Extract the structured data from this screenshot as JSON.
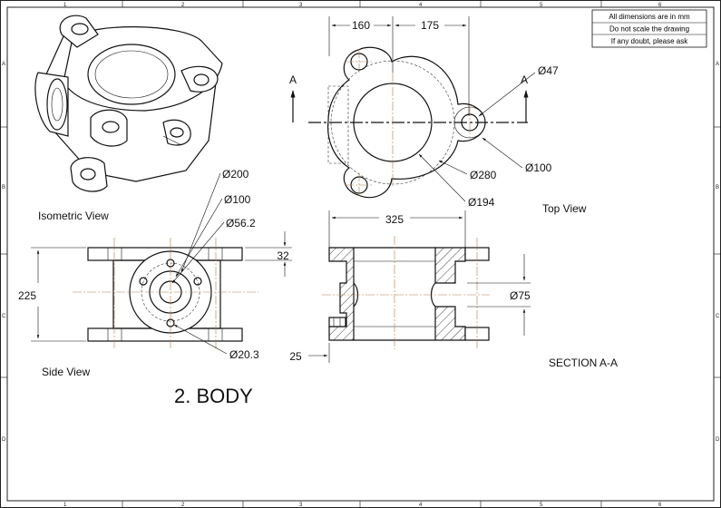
{
  "border": {
    "zone_numbers_top": [
      "1",
      "2",
      "3",
      "4",
      "5",
      "6"
    ],
    "zone_numbers_bottom": [
      "1",
      "2",
      "3",
      "4",
      "5",
      "6"
    ],
    "zone_letters_left": [
      "A",
      "B",
      "C",
      "D"
    ],
    "zone_letters_right": [
      "A",
      "B",
      "C",
      "D"
    ]
  },
  "notes": [
    "All dimensions are in mm",
    "Do not scale the drawing",
    "If any doubt, please ask"
  ],
  "views": {
    "isometric": "Isometric View",
    "side": "Side View",
    "top": "Top View",
    "section": "SECTION  A-A"
  },
  "section_marks": {
    "left": "A",
    "right": "A"
  },
  "dimensions": {
    "top_left_width": "160",
    "top_right_width": "175",
    "dia_47": "Ø47",
    "dia_100_top": "Ø100",
    "dia_280": "Ø280",
    "dia_194": "Ø194",
    "overall_325": "325",
    "dia_200": "Ø200",
    "dia_100_side": "Ø100",
    "dia_56_2": "Ø56.2",
    "height_225": "225",
    "flange_32": "32",
    "dia_20_3": "Ø20.3",
    "dia_75": "Ø75",
    "depth_25": "25"
  },
  "title": "2. BODY"
}
